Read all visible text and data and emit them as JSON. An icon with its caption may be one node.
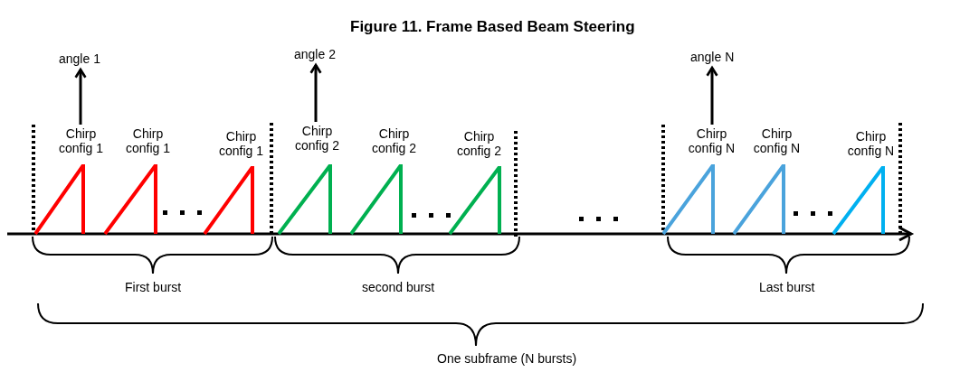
{
  "diagram": {
    "title": "Figure 11. Frame Based Beam Steering",
    "nodes": [
      {
        "text": [
          "angle 1"
        ]
      },
      {
        "text": [
          "angle 2"
        ]
      },
      {
        "text": [
          "angle N"
        ]
      },
      {
        "text": [
          "Chirp config 1"
        ]
      },
      {
        "text": [
          "Chirp config 1"
        ]
      },
      {
        "text": [
          "Chirp config 1"
        ]
      },
      {
        "text": [
          "Chirp config 2"
        ]
      },
      {
        "text": [
          "Chirp config 2"
        ]
      },
      {
        "text": [
          "Chirp config 2"
        ]
      },
      {
        "text": [
          "Chirp config N"
        ]
      },
      {
        "text": [
          "Chirp config N"
        ]
      },
      {
        "text": [
          "Chirp config N"
        ]
      }
    ],
    "edges": [
      {
        "from": 3,
        "to": 0,
        "arrow": "to"
      },
      {
        "from": 6,
        "to": 1,
        "arrow": "to"
      },
      {
        "from": 9,
        "to": 2,
        "arrow": "to"
      }
    ],
    "labels": [
      "First burst",
      "second burst",
      "Last burst",
      "One subframe (N bursts)"
    ]
  }
}
